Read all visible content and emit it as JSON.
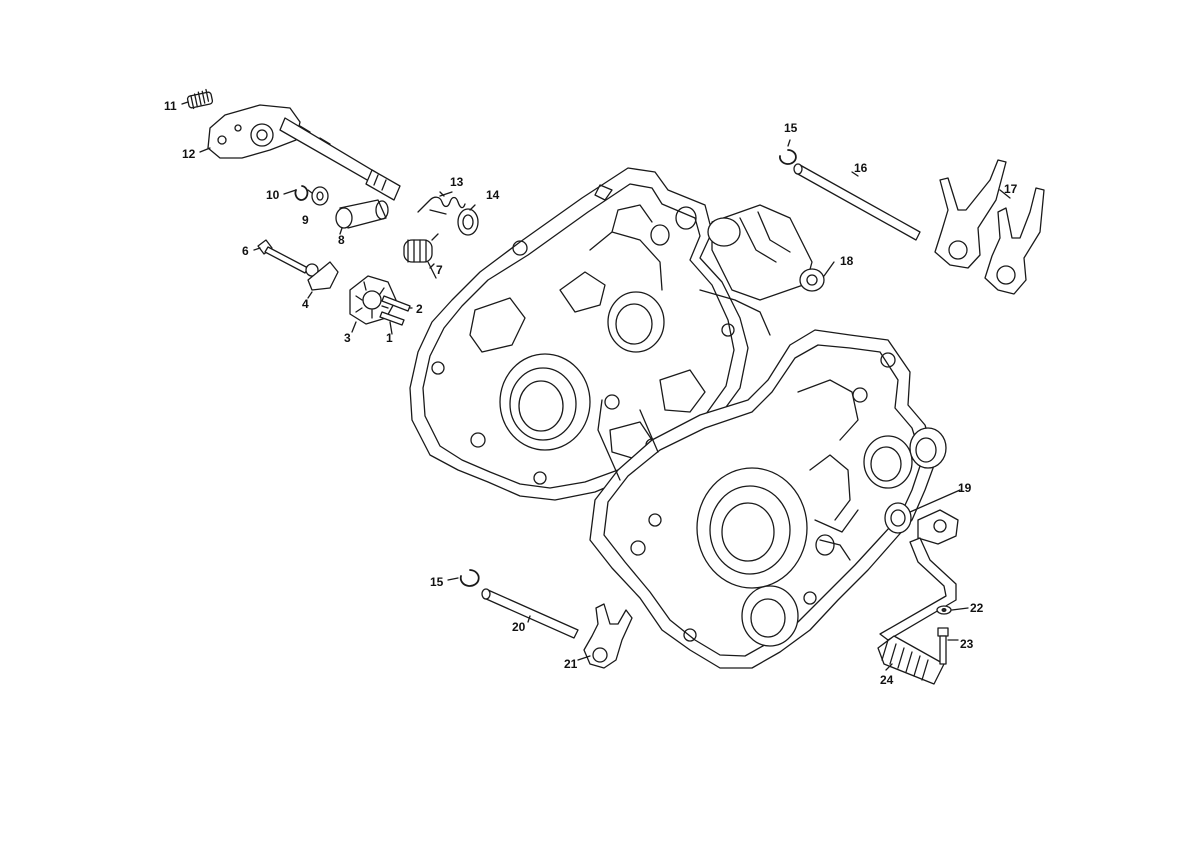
{
  "colors": {
    "line": "#1a1a1a",
    "background": "#ffffff"
  },
  "callouts": [
    {
      "id": "c1",
      "text": "1"
    },
    {
      "id": "c2",
      "text": "2"
    },
    {
      "id": "c3",
      "text": "3"
    },
    {
      "id": "c4",
      "text": "4"
    },
    {
      "id": "c6",
      "text": "6"
    },
    {
      "id": "c7",
      "text": "7"
    },
    {
      "id": "c8",
      "text": "8"
    },
    {
      "id": "c9",
      "text": "9"
    },
    {
      "id": "c10",
      "text": "10"
    },
    {
      "id": "c11",
      "text": "11"
    },
    {
      "id": "c12",
      "text": "12"
    },
    {
      "id": "c13",
      "text": "13"
    },
    {
      "id": "c14",
      "text": "14"
    },
    {
      "id": "c15a",
      "text": "15"
    },
    {
      "id": "c16",
      "text": "16"
    },
    {
      "id": "c17",
      "text": "17"
    },
    {
      "id": "c18",
      "text": "18"
    },
    {
      "id": "c19",
      "text": "19"
    },
    {
      "id": "c15b",
      "text": "15"
    },
    {
      "id": "c20",
      "text": "20"
    },
    {
      "id": "c21",
      "text": "21"
    },
    {
      "id": "c22",
      "text": "22"
    },
    {
      "id": "c23",
      "text": "23"
    },
    {
      "id": "c24",
      "text": "24"
    }
  ]
}
